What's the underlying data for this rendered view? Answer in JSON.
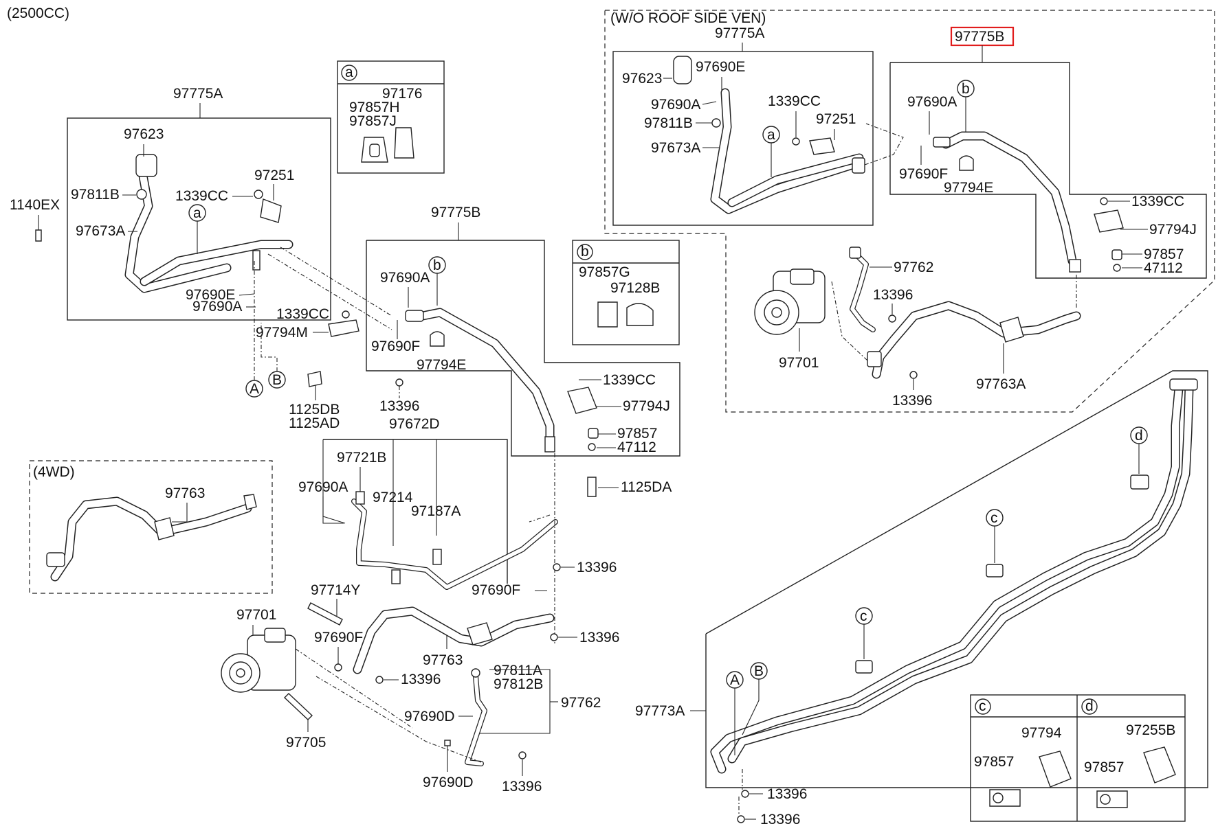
{
  "header": {
    "engine": "(2500CC)",
    "variant_wo_roof": "(W/O ROOF SIDE VEN)",
    "variant_4wd": "(4WD)"
  },
  "highlight_color": "#e11d1d",
  "legend": {
    "a": {
      "letter": "a",
      "parts": [
        "97176",
        "97857H",
        "97857J"
      ]
    },
    "b": {
      "letter": "b",
      "parts": [
        "97857G",
        "97128B"
      ]
    },
    "c": {
      "letter": "c",
      "parts": [
        "97794",
        "97857"
      ]
    },
    "d": {
      "letter": "d",
      "parts": [
        "97255B",
        "97857"
      ]
    }
  },
  "left_group": {
    "title": "97775A",
    "labels": [
      "97623",
      "97811B",
      "97673A",
      "1339CC",
      "97251",
      "97690E",
      "97690A",
      "1140EX",
      "a"
    ]
  },
  "mid_group": {
    "title": "97775B",
    "labels": [
      "97690A",
      "97690F",
      "97794E",
      "1339CC",
      "97794J",
      "97857",
      "47112",
      "13396",
      "1125DA",
      "b"
    ]
  },
  "misc_left": [
    "1339CC",
    "97794M",
    "1125DB",
    "1125AD",
    "A",
    "B"
  ],
  "d_group": {
    "title": "97672D",
    "labels": [
      "97721B",
      "97690A",
      "97214",
      "97187A"
    ]
  },
  "lower_left": [
    "97714Y",
    "97701",
    "97690F",
    "97763",
    "13396",
    "97705",
    "97690F",
    "13396",
    "13396",
    "97811A",
    "97812B",
    "97762",
    "97690D",
    "97690D",
    "13396"
  ],
  "wd4": {
    "label": "97763"
  },
  "roof_a": {
    "title": "97775A",
    "labels": [
      "97623",
      "97690E",
      "97690A",
      "97811B",
      "97673A",
      "1339CC",
      "97251",
      "a"
    ]
  },
  "roof_b": {
    "title": "97775B",
    "labels": [
      "97690A",
      "97690F",
      "97794E",
      "1339CC",
      "97794J",
      "97857",
      "47112",
      "b"
    ]
  },
  "roof_lower": [
    "97762",
    "13396",
    "97701",
    "97763A",
    "13396"
  ],
  "bottom_right": {
    "title": "97773A",
    "markers": [
      "A",
      "B",
      "c",
      "c",
      "d"
    ],
    "labels": [
      "13396",
      "13396"
    ]
  }
}
